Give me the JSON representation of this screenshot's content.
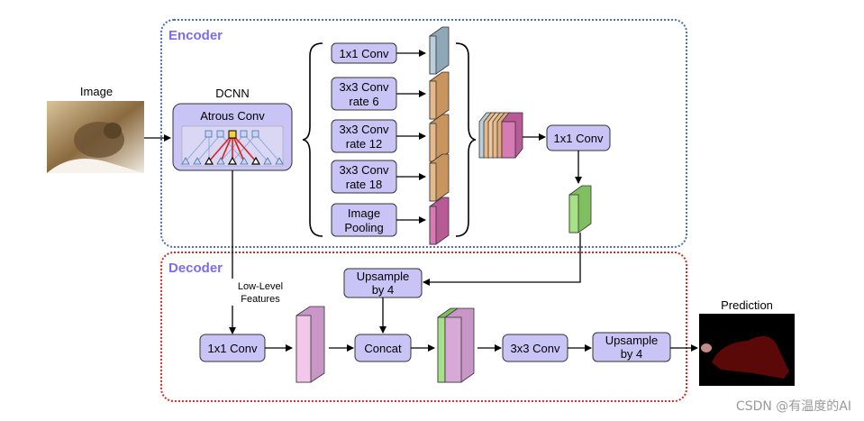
{
  "encoder": {
    "title": "Encoder"
  },
  "decoder": {
    "title": "Decoder"
  },
  "input": {
    "label": "Image"
  },
  "dcnn": {
    "label": "DCNN",
    "block_label": "Atrous Conv"
  },
  "aspp": {
    "conv1x1": "1x1 Conv",
    "conv3x3_rate6": [
      "3x3 Conv",
      "rate 6"
    ],
    "conv3x3_rate12": [
      "3x3 Conv",
      "rate 12"
    ],
    "conv3x3_rate18": [
      "3x3 Conv",
      "rate 18"
    ],
    "image_pooling": [
      "Image",
      "Pooling"
    ]
  },
  "encoder_out": {
    "conv": "1x1 Conv"
  },
  "decoder_blocks": {
    "upsample_top": [
      "Upsample",
      "by 4"
    ],
    "low_level": [
      "Low-Level",
      "Features"
    ],
    "conv1x1": "1x1 Conv",
    "concat": "Concat",
    "conv3x3": "3x3 Conv",
    "upsample_out": [
      "Upsample",
      "by 4"
    ]
  },
  "output": {
    "label": "Prediction"
  },
  "watermark": "CSDN @有温度的AI",
  "colors": {
    "box_fill": "#c8c4f5",
    "title": "#7b6ee6",
    "encoder_border": "#4a6fb5",
    "decoder_border": "#d22b2b",
    "feat_blue": "#b9cfdc",
    "feat_orange": "#e6b98a",
    "feat_pink": "#d77bb5",
    "feat_green": "#a8e08a",
    "feat_lightpink": "#f2c7ea"
  }
}
